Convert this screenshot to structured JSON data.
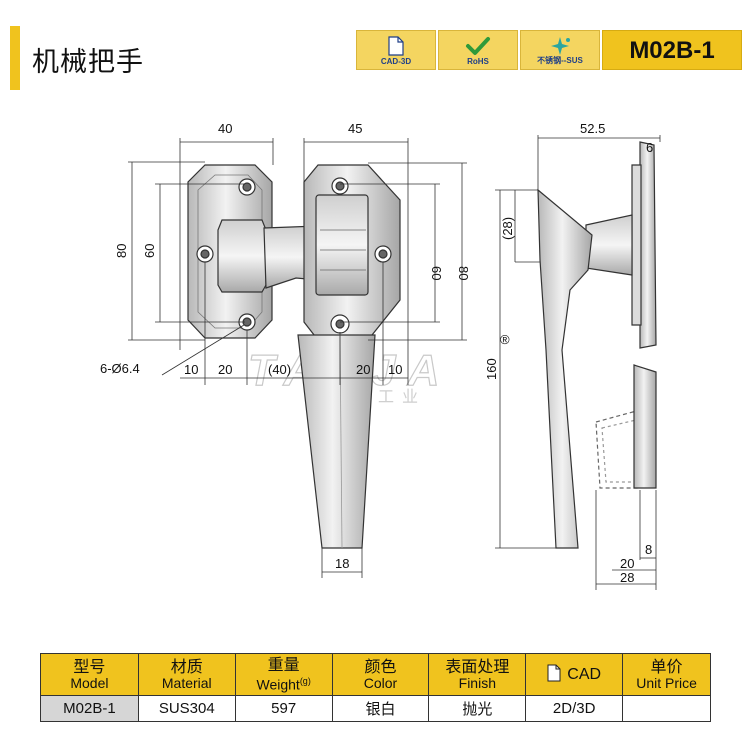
{
  "header": {
    "title": "机械把手",
    "model": "M02B-1",
    "badges": [
      {
        "label": "CAD-3D",
        "icon": "document-icon"
      },
      {
        "label": "RoHS",
        "icon": "checkmark-icon"
      },
      {
        "label": "不锈钢--SUS",
        "icon": "sparkle-icon"
      }
    ]
  },
  "drawing": {
    "watermark_main": "TANJA",
    "watermark_sub": "天甲工业",
    "registered_mark": "®",
    "front_view": {
      "width_top": "40",
      "height_outer": "80",
      "height_inner": "60",
      "hole_note": "6-Ø6.4",
      "bottom_10": "10",
      "bottom_20": "20"
    },
    "middle": {
      "span": "(40)"
    },
    "back_view": {
      "width_top": "45",
      "height_inner": "60",
      "height_outer": "80",
      "bottom_20": "20",
      "bottom_10": "10"
    },
    "side_view": {
      "width_top": "52.5",
      "thickness": "6",
      "lever_offset": "(28)",
      "total_height": "160",
      "grip_width": "18",
      "base_8": "8",
      "base_20": "20",
      "base_28": "28"
    }
  },
  "spec_table": {
    "headers": [
      {
        "cn": "型号",
        "en": "Model"
      },
      {
        "cn": "材质",
        "en": "Material"
      },
      {
        "cn": "重量",
        "en": "Weight",
        "unit": "(g)"
      },
      {
        "cn": "颜色",
        "en": "Color"
      },
      {
        "cn": "表面处理",
        "en": "Finish"
      },
      {
        "cn": "",
        "en": "CAD"
      },
      {
        "cn": "单价",
        "en": "Unit Price"
      }
    ],
    "values": [
      "M02B-1",
      "SUS304",
      "597",
      "银白",
      "抛光",
      "2D/3D",
      ""
    ]
  },
  "colors": {
    "accent": "#f0c31e",
    "badge": "#f4d560",
    "badge_text": "#1f3f88",
    "model_cell": "#d6d6d6"
  }
}
